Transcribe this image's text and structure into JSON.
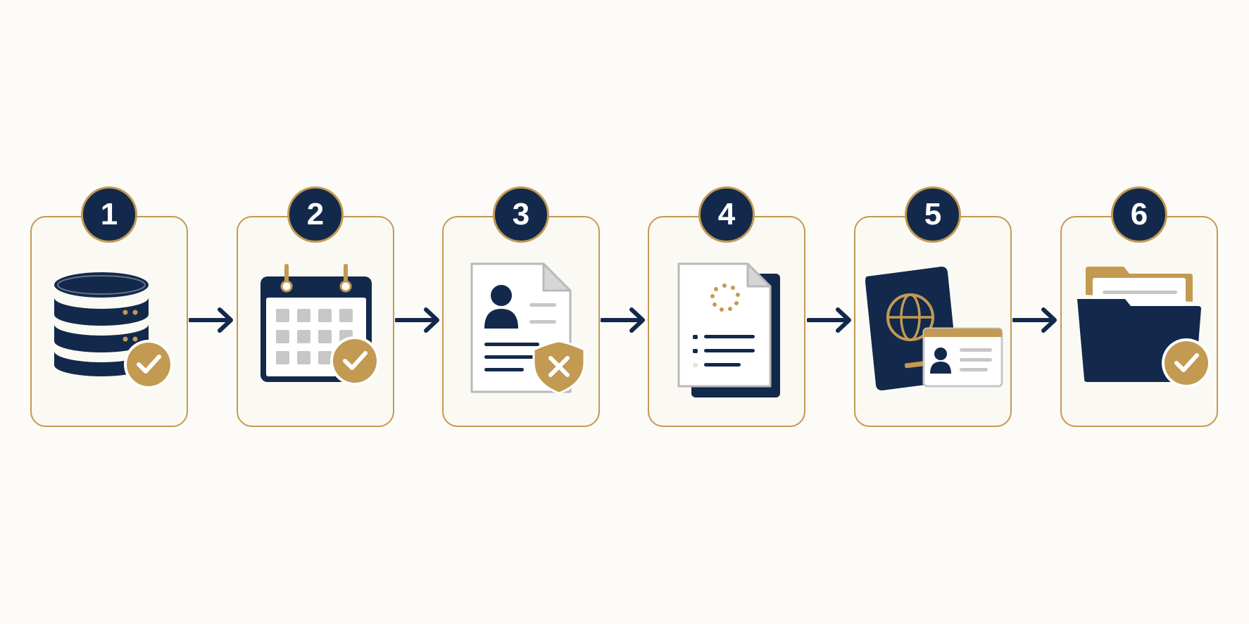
{
  "colors": {
    "navy": "#13294b",
    "gold": "#c39a52",
    "card": "#fbf9f3",
    "background": "#fcfbf8",
    "gray": "#c7c7c7"
  },
  "steps": [
    {
      "number": "1",
      "icon": "database-check-icon"
    },
    {
      "number": "2",
      "icon": "calendar-check-icon"
    },
    {
      "number": "3",
      "icon": "profile-document-shield-x-icon"
    },
    {
      "number": "4",
      "icon": "document-loading-icon"
    },
    {
      "number": "5",
      "icon": "passport-id-card-icon"
    },
    {
      "number": "6",
      "icon": "folder-check-icon"
    }
  ]
}
